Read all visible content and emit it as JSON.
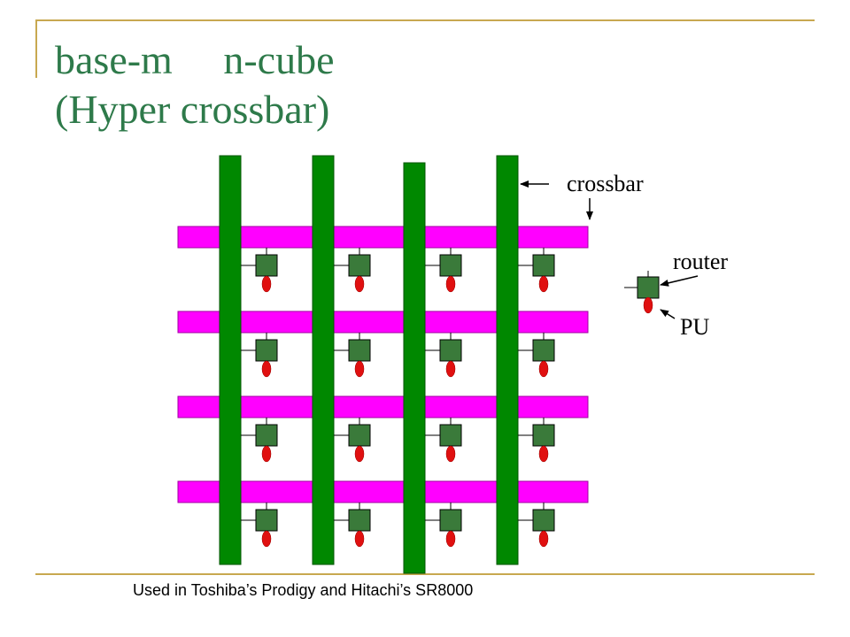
{
  "title": {
    "line1": "base-m     n-cube",
    "line2": "(Hyper crossbar)"
  },
  "labels": {
    "crossbar": "crossbar",
    "router": "router",
    "pu": "PU"
  },
  "footnote": "Used in Toshiba’s Prodigy and Hitachi’s SR8000",
  "colors": {
    "title": "#2e7a4a",
    "accent_line": "#c8a850",
    "vertical_crossbar": "#008800",
    "horizontal_crossbar": "#ff00ff",
    "router": "#3a7a3a",
    "pu": "#e01010"
  },
  "grid": {
    "rows": 4,
    "columns": 4
  }
}
